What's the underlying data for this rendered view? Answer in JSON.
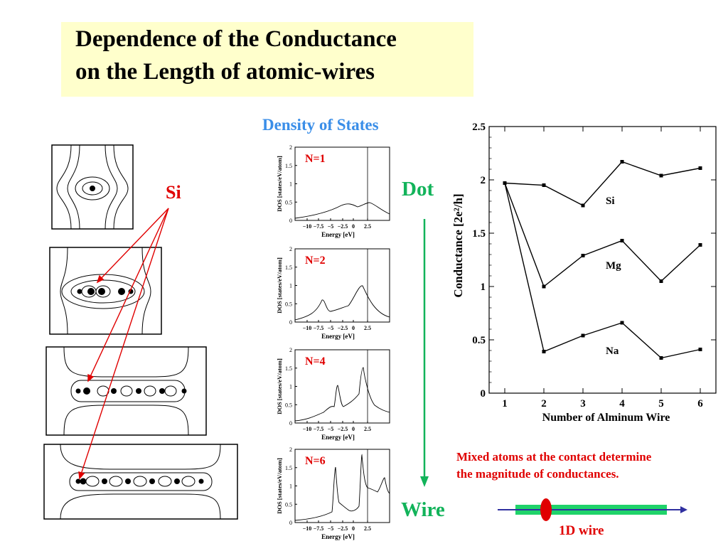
{
  "title": {
    "line1": "Dependence of the Conductance",
    "line2": "on the Length of atomic-wires"
  },
  "dos": {
    "heading": "Density of States",
    "ylabel": "DOS [states/eV/atom]",
    "xlabel": "Energy [eV]",
    "xticks": [
      "−10",
      "−7.5",
      "−5",
      "−2.5",
      "0",
      "2.5"
    ],
    "yticks": [
      "0",
      "0.5",
      "1",
      "1.5",
      "2"
    ],
    "panels": [
      {
        "label": "N=1"
      },
      {
        "label": "N=2"
      },
      {
        "label": "N=4"
      },
      {
        "label": "N=6"
      }
    ]
  },
  "labels": {
    "si": "Si",
    "dot": "Dot",
    "wire": "Wire",
    "mixed_line1": "Mixed atoms at the contact determine",
    "mixed_line2": "the magnitude of conductances.",
    "wire_1d": "1D wire"
  },
  "chart_data": {
    "type": "line",
    "xlabel": "Number of Alminum Wire",
    "ylabel": "Conductance [2e²/h]",
    "x": [
      1,
      2,
      3,
      4,
      5,
      6
    ],
    "xlim": [
      0.6,
      6.4
    ],
    "ylim": [
      0,
      2.5
    ],
    "yticks": [
      "0",
      "0.5",
      "1",
      "1.5",
      "2",
      "2.5"
    ],
    "xticks": [
      "1",
      "2",
      "3",
      "4",
      "5",
      "6"
    ],
    "series": [
      {
        "name": "Si",
        "values": [
          1.97,
          1.95,
          1.76,
          2.17,
          2.04,
          2.11
        ]
      },
      {
        "name": "Mg",
        "values": [
          1.97,
          1.0,
          1.29,
          1.43,
          1.05,
          1.39
        ]
      },
      {
        "name": "Na",
        "values": [
          1.97,
          0.39,
          0.54,
          0.66,
          0.33,
          0.41
        ]
      }
    ]
  },
  "colors": {
    "title_bg": "#ffffcc",
    "heading_blue": "#3a8ee8",
    "accent_red": "#e00000",
    "accent_green": "#12b35a",
    "arrow_blue": "#3030a0"
  }
}
